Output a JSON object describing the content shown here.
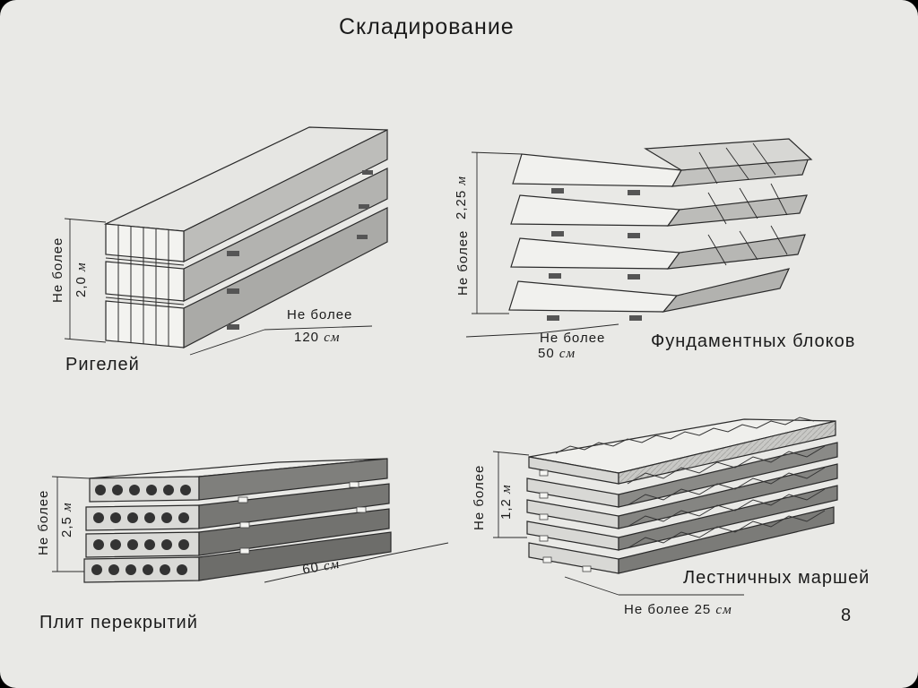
{
  "slide": {
    "title": "Складирование",
    "page_number": "8"
  },
  "stacks": {
    "rigel": {
      "caption": "Ригелей",
      "height_prefix": "Не более",
      "height_value": "2,0",
      "height_unit": "м",
      "width_prefix": "Не более",
      "width_value": "120",
      "width_unit": "см"
    },
    "foundation": {
      "caption": "Фундаментных блоков",
      "height_prefix": "Не более",
      "height_value": "2,25",
      "height_unit": "м",
      "gap_prefix": "Не более",
      "gap_value": "50",
      "gap_unit": "см"
    },
    "slab": {
      "caption": "Плит перекрытий",
      "height_prefix": "Не более",
      "height_value": "2,5",
      "height_unit": "м",
      "gap_value": "60",
      "gap_unit": "см"
    },
    "stairs": {
      "caption": "Лестничных маршей",
      "height_prefix": "Не более",
      "height_value": "1,2",
      "height_unit": "м",
      "gap_prefix": "Не более",
      "gap_value": "25",
      "gap_unit": "см"
    }
  }
}
